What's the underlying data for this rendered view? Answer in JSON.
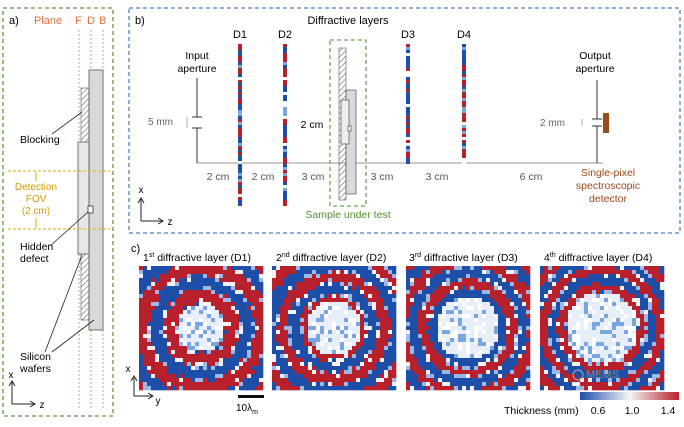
{
  "panel_a": {
    "label": "a)",
    "plane_label": "Plane",
    "plane_letters": [
      "F",
      "D",
      "B"
    ],
    "blocking": "Blocking",
    "detection_fov": [
      "Detection",
      "FOV",
      "(2 cm)"
    ],
    "hidden_defect": [
      "Hidden",
      "defect"
    ],
    "silicon_wafers": [
      "Silicon",
      "wafers"
    ],
    "axis_x": "x",
    "axis_z": "z"
  },
  "panel_b": {
    "label": "b)",
    "title": "Diffractive layers",
    "layer_labels": [
      "D1",
      "D2",
      "D3",
      "D4"
    ],
    "input_aperture": [
      "Input",
      "aperture"
    ],
    "output_aperture": [
      "Output",
      "aperture"
    ],
    "input_size": "5 mm",
    "output_size": "2 mm",
    "sample_height": "2 cm",
    "distances": [
      "2 cm",
      "2 cm",
      "3 cm",
      "3 cm",
      "3 cm",
      "6 cm"
    ],
    "sample_label": "Sample under test",
    "detector": [
      "Single-pixel",
      "spectroscopic",
      "detector"
    ],
    "axis_x": "x",
    "axis_z": "z"
  },
  "panel_c": {
    "label": "c)",
    "layers": [
      {
        "ord": "1",
        "sup": "st",
        "rest": " diffractive layer (D1)"
      },
      {
        "ord": "2",
        "sup": "nd",
        "rest": " diffractive layer (D2)"
      },
      {
        "ord": "3",
        "sup": "rd",
        "rest": " diffractive layer (D3)"
      },
      {
        "ord": "4",
        "sup": "th",
        "rest": " diffractive layer (D4)"
      }
    ],
    "scale_bar": "10λ",
    "scale_sub": "m",
    "thickness_label": "Thickness (mm)",
    "colorbar_ticks": [
      "0.6",
      "1.0",
      "1.4"
    ],
    "axis_x": "x",
    "axis_y": "y",
    "watermark": "MEMS"
  },
  "colors": {
    "panel_a_border": "#5a9a3a",
    "panel_b_border": "#4a7fc4",
    "plane_lines": "#e2916a",
    "fov": "#e6a800",
    "sample_box": "#6aa84f",
    "detector": "#9b4a1a",
    "pattern_red": "#b8202c",
    "pattern_blue": "#1e4fa8"
  }
}
